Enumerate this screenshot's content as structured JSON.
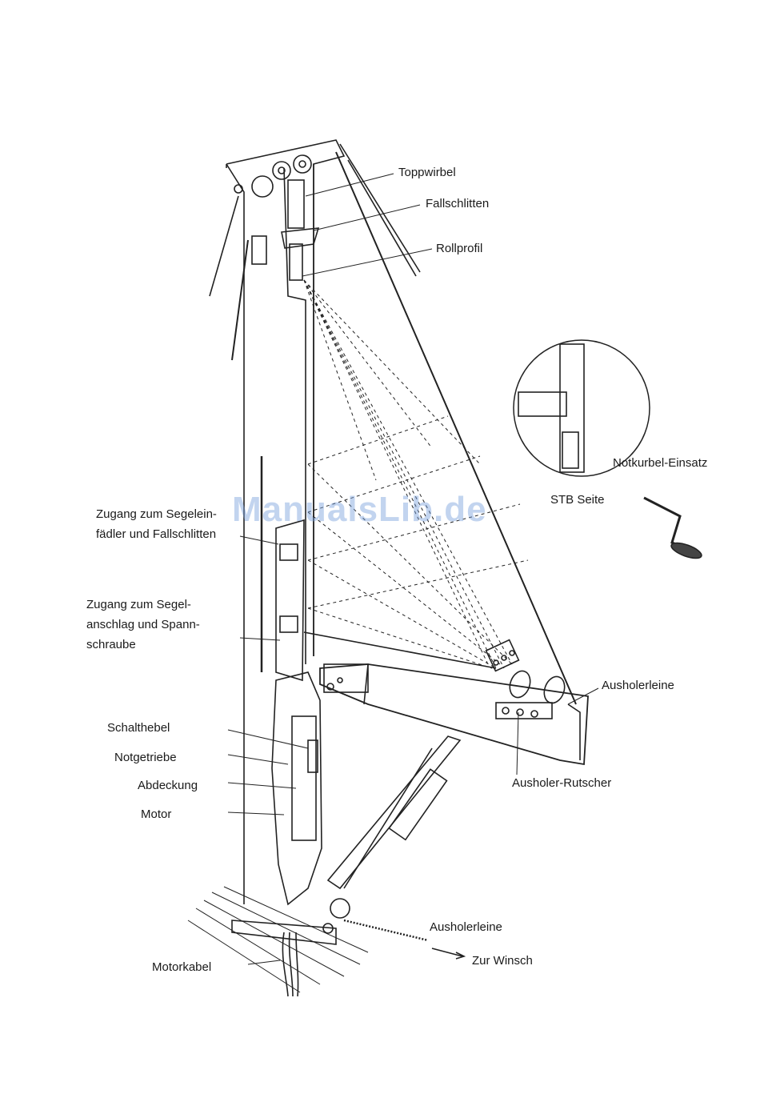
{
  "labels": {
    "toppwirbel": "Toppwirbel",
    "fallschlitten": "Fallschlitten",
    "rollprofil": "Rollprofil",
    "notkurbel": "Notkurbel-Einsatz",
    "stb_seite": "STB Seite",
    "zugang1_line1": "Zugang zum Segelein-",
    "zugang1_line2": "fädler und Fallschlitten",
    "zugang2_line1": "Zugang zum Segel-",
    "zugang2_line2": "anschlag und Spann-",
    "zugang2_line3": "schraube",
    "schalthebel": "Schalthebel",
    "notgetriebe": "Notgetriebe",
    "abdeckung": "Abdeckung",
    "motor": "Motor",
    "ausholerleine_top": "Ausholerleine",
    "ausholer_rutscher": "Ausholer-Rutscher",
    "ausholerleine_bottom": "Ausholerleine",
    "zur_winsch": "Zur Winsch",
    "motorkabel": "Motorkabel"
  },
  "watermark": "ManualsLib.de"
}
